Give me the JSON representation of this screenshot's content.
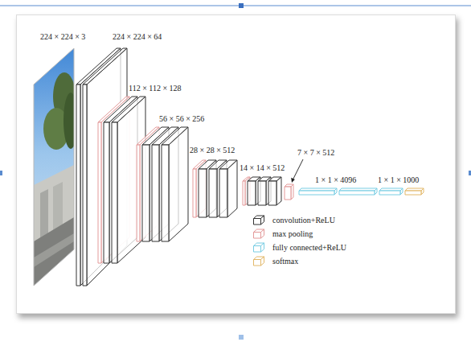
{
  "diagram": {
    "labels": [
      "224 × 224 × 3",
      "224 × 224 × 64",
      "112 × 112 × 128",
      "56 × 56 × 256",
      "28 × 28 × 512",
      "14 × 14 × 512",
      "7 × 7 × 512",
      "1 × 1 × 4096",
      "1 × 1 × 1000"
    ],
    "legend": [
      {
        "text": "convolution+ReLU",
        "color": "#333333"
      },
      {
        "text": "max pooling",
        "color": "#e39a9a"
      },
      {
        "text": "fully connected+ReLU",
        "color": "#79cde3"
      },
      {
        "text": "softmax",
        "color": "#e2b86a"
      }
    ]
  }
}
